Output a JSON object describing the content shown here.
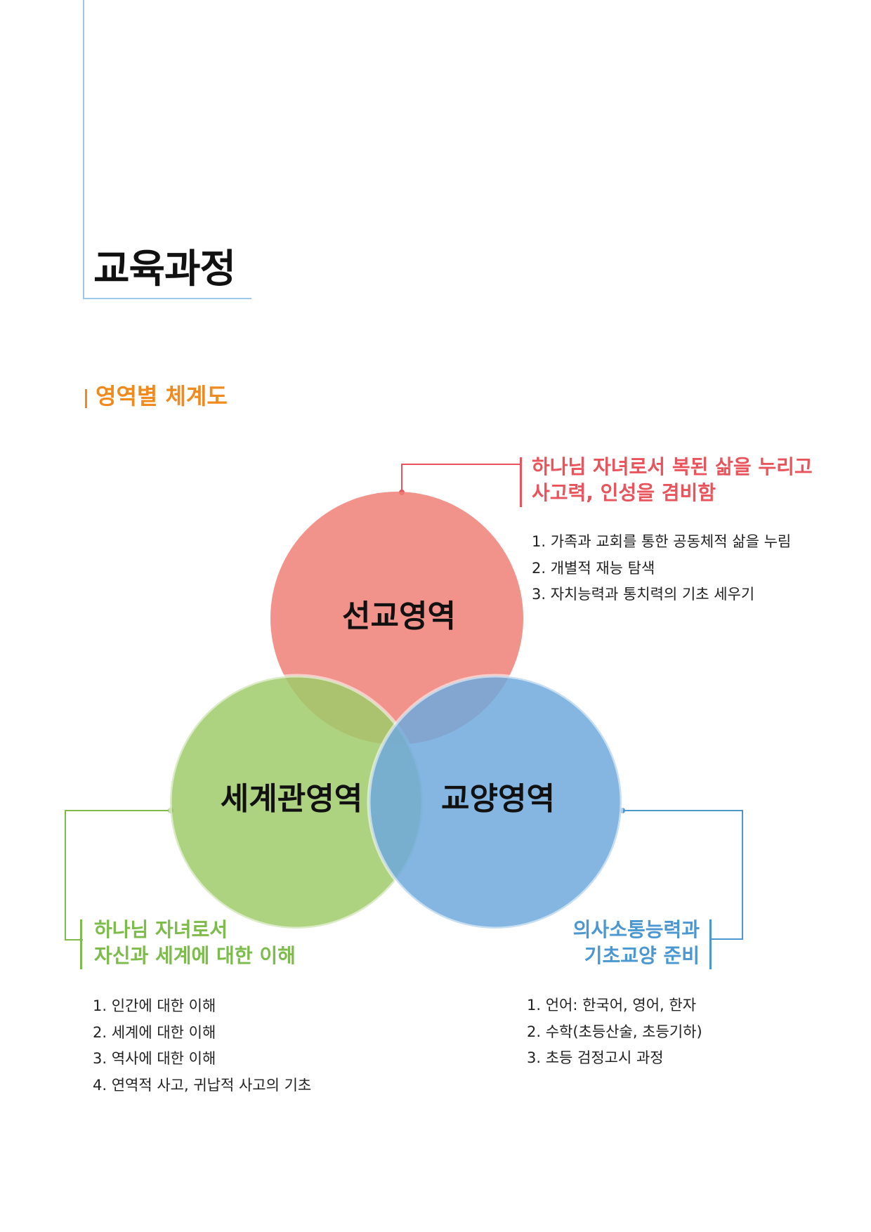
{
  "header": {
    "title": "교육과정"
  },
  "section": {
    "title": "영역별 체계도"
  },
  "diagram": {
    "mission": {
      "name": "선교영역",
      "color": "#f08077",
      "accent": "#e9545c",
      "goal_lines": [
        "하나님 자녀로서 복된 삶을 누리고",
        "사고력, 인성을 겸비함"
      ],
      "items": [
        "1. 가족과 교회를 통한 공동체적 삶을 누림",
        "2. 개별적 재능 탐색",
        "3. 자치능력과 통치력의 기초 세우기"
      ]
    },
    "worldview": {
      "name": "세계관영역",
      "color": "#9fca6a",
      "accent": "#7dbb4a",
      "goal_lines": [
        "하나님 자녀로서",
        "자신과 세계에 대한 이해"
      ],
      "items": [
        "1. 인간에 대한 이해",
        "2. 세계에 대한 이해",
        "3. 역사에 대한 이해",
        "4. 연역적 사고, 귀납적 사고의 기초"
      ]
    },
    "liberal": {
      "name": "교양영역",
      "color": "#6fa9dc",
      "accent": "#4a97d2",
      "goal_lines": [
        "의사소통능력과",
        "기초교양 준비"
      ],
      "items": [
        "1. 언어: 한국어, 영어, 한자",
        "2. 수학(초등산술, 초등기하)",
        "3. 초등 검정고시 과정"
      ]
    }
  },
  "colors": {
    "frame_line": "#9cc8ea",
    "section_accent": "#f08a1c"
  }
}
